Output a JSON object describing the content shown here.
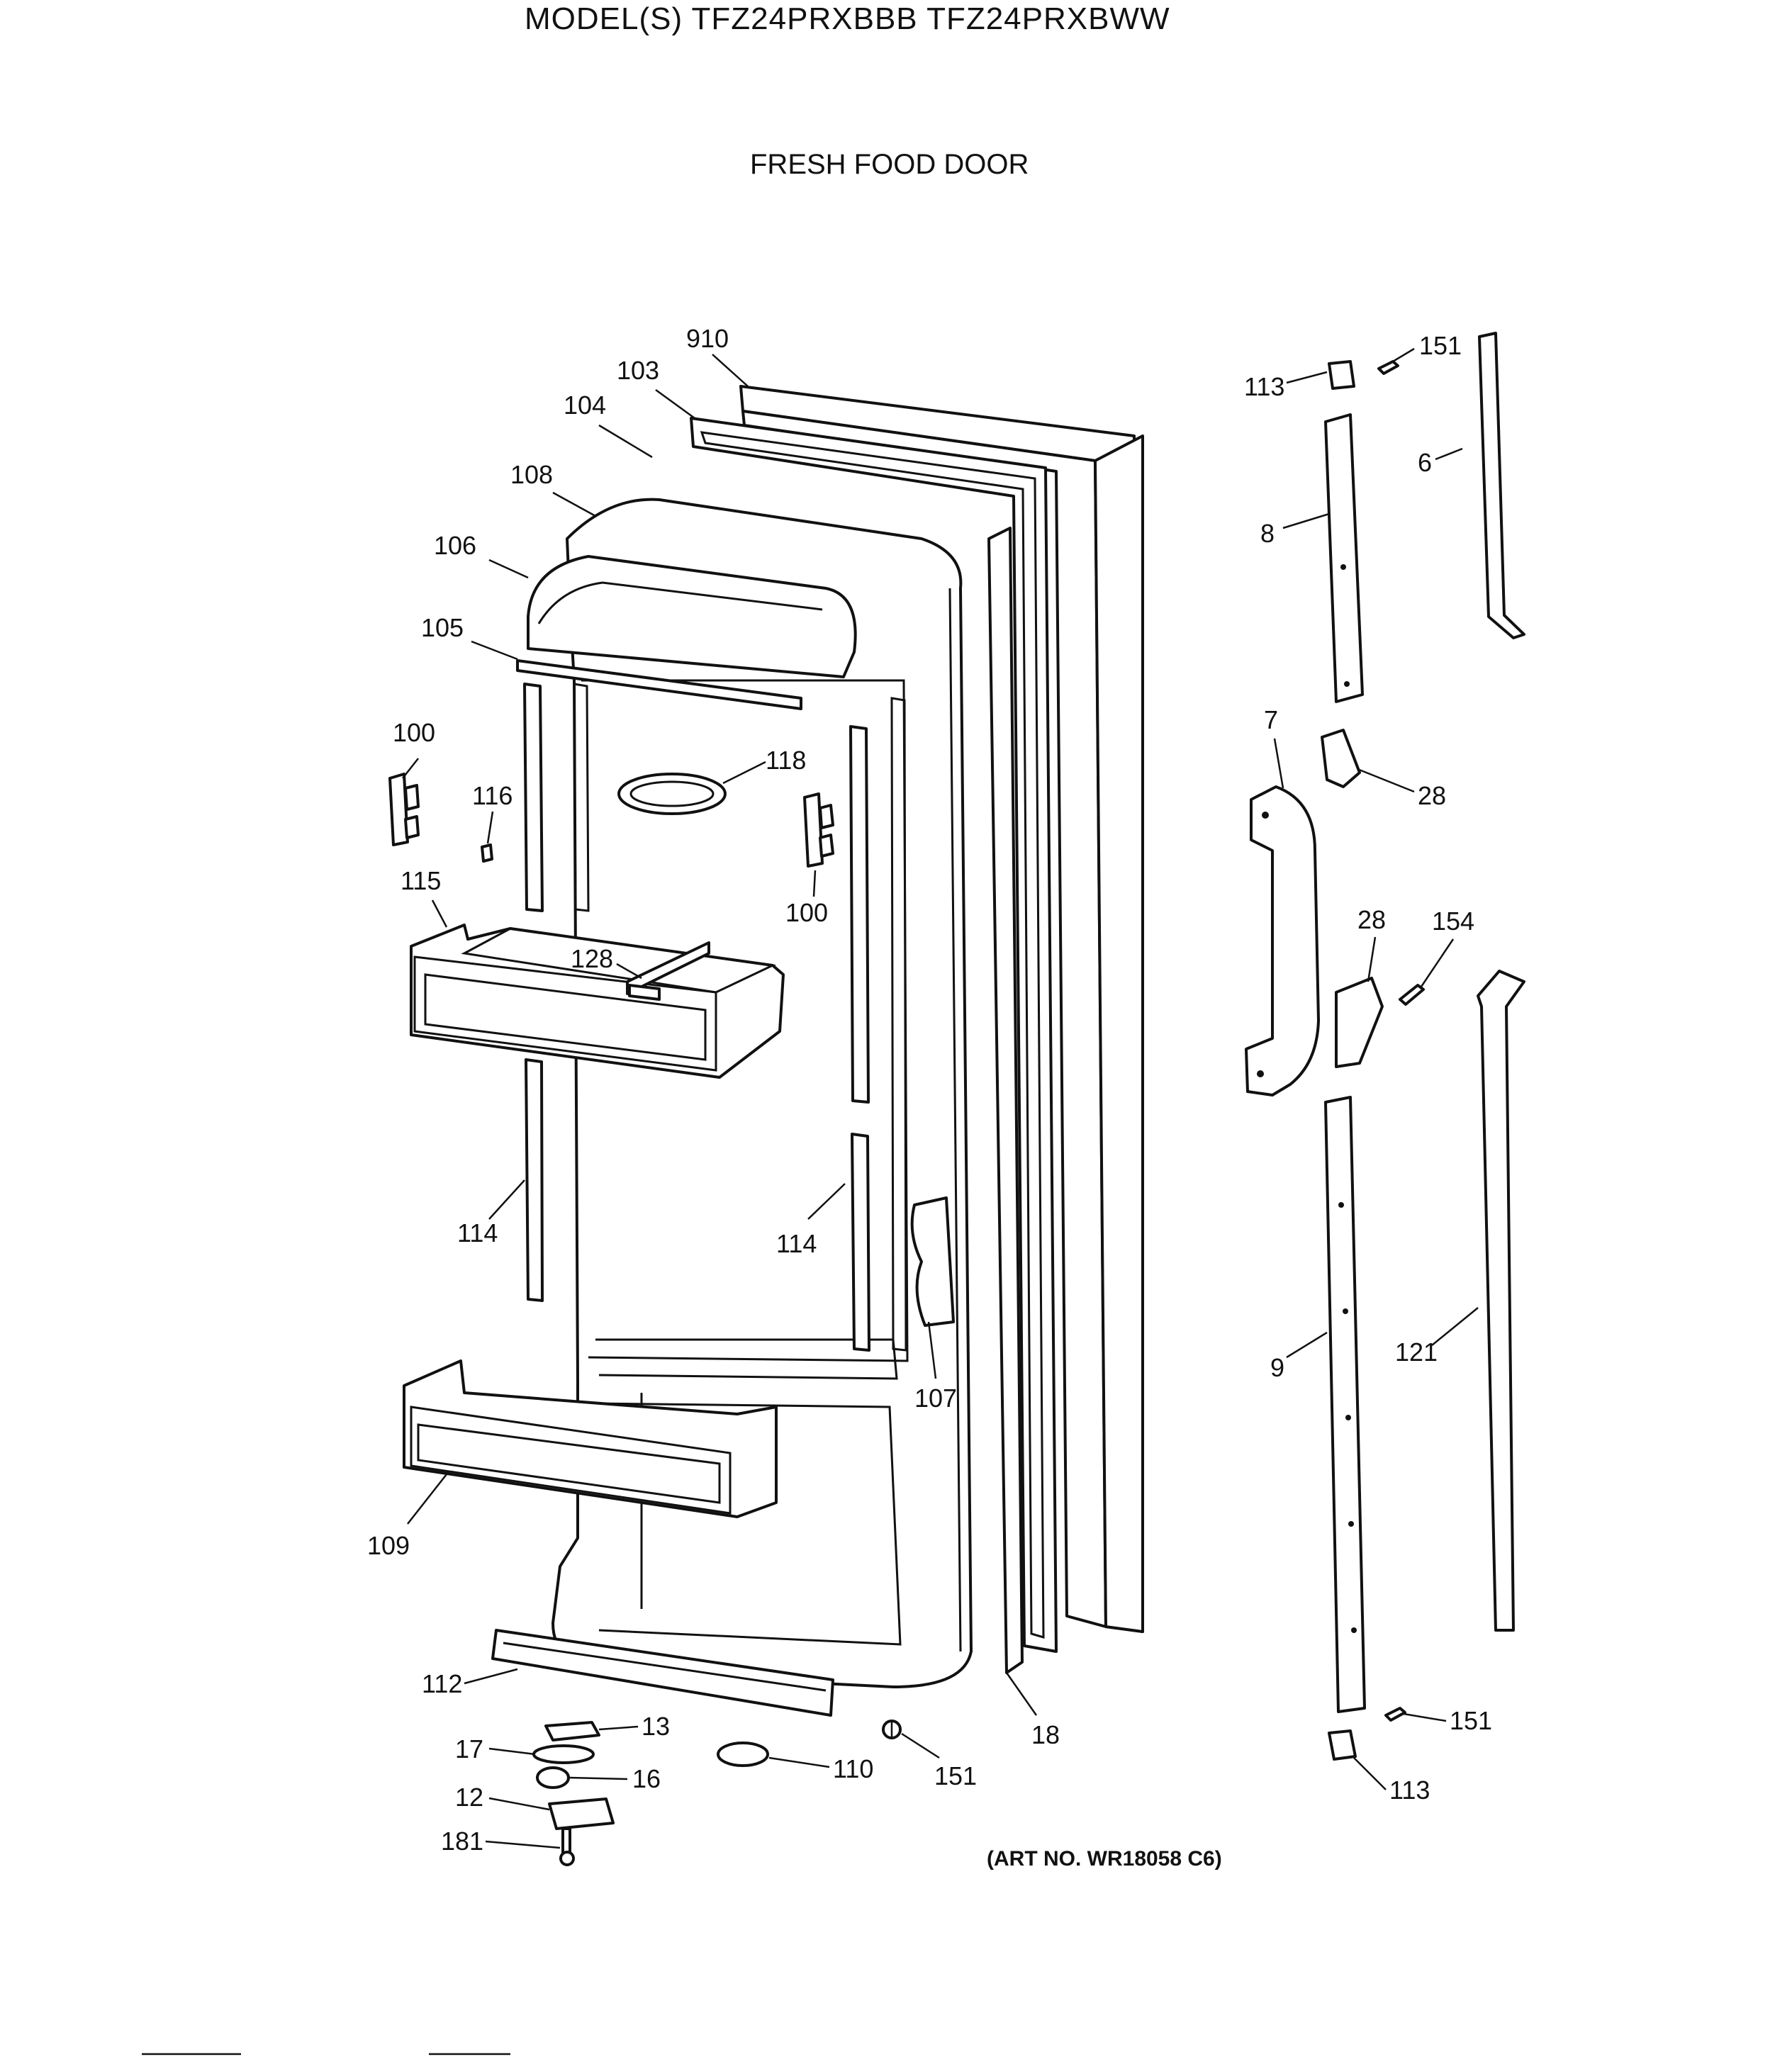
{
  "header": {
    "model_title": "MODEL(S) TFZ24PRXBBB  TFZ24PRXBWW",
    "section_title": "FRESH FOOD DOOR",
    "art_number": "(ART NO. WR18058 C6)"
  },
  "callouts": {
    "p910": "910",
    "p103": "103",
    "p104": "104",
    "p108": "108",
    "p106": "106",
    "p105": "105",
    "p100a": "100",
    "p116": "116",
    "p118": "118",
    "p100b": "100",
    "p115": "115",
    "p128": "128",
    "p114a": "114",
    "p114b": "114",
    "p107": "107",
    "p109": "109",
    "p112": "112",
    "p13": "13",
    "p17": "17",
    "p16": "16",
    "p12": "12",
    "p181": "181",
    "p110": "110",
    "p151a": "151",
    "p18": "18",
    "p113a": "113",
    "p151b": "151",
    "p6": "6",
    "p8": "8",
    "p7": "7",
    "p28a": "28",
    "p28b": "28",
    "p154": "154",
    "p9": "9",
    "p121": "121",
    "p151c": "151",
    "p113b": "113"
  }
}
